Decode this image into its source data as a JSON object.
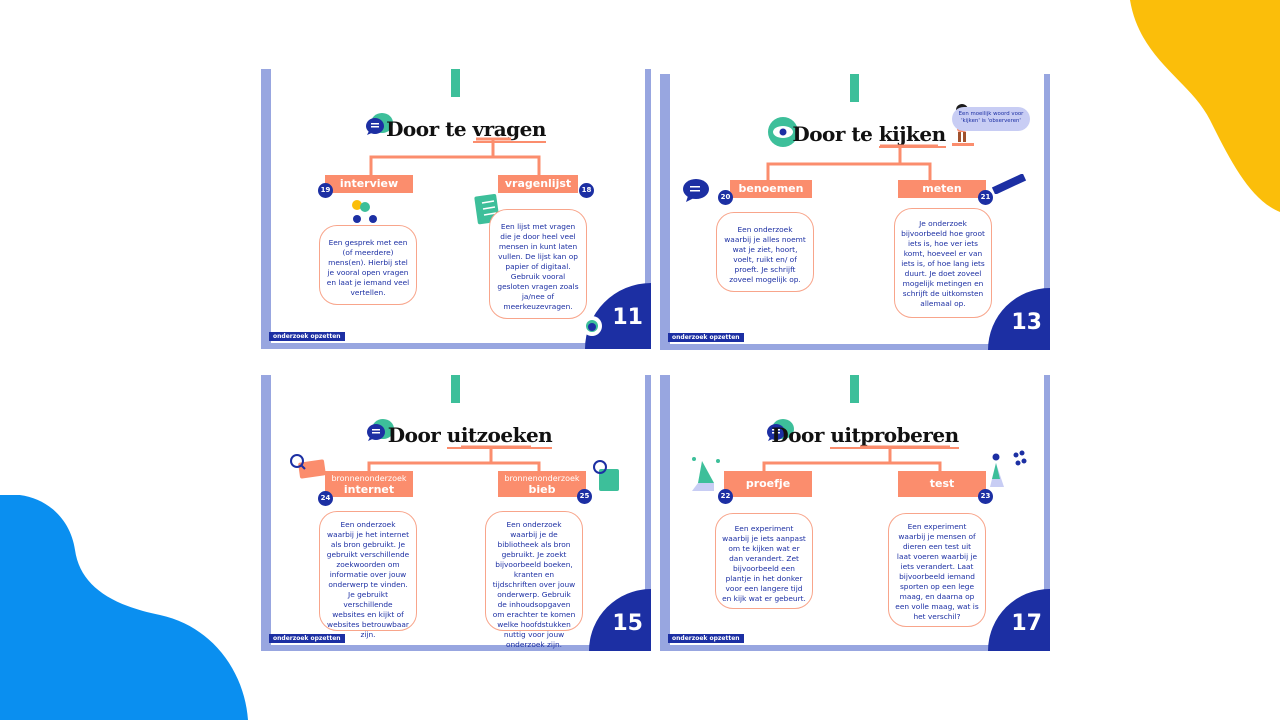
{
  "colors": {
    "accent": "#fb8d6d",
    "navy": "#1c2fa3",
    "frame": "#98a6e0",
    "teal": "#3dbf9a",
    "yellow": "#fbbe0a",
    "blue": "#0a8ff0"
  },
  "slides": [
    {
      "title_pre": "Door te ",
      "title_word": "vragen",
      "left": {
        "label": "interview",
        "num": "19",
        "text": "Een gesprek met een (of meerdere) mens(en). Hierbij stel je vooral open vragen en laat je iemand veel vertellen."
      },
      "right": {
        "label": "vragenlijst",
        "num": "18",
        "text": "Een lijst met vragen die je door heel veel mensen in kunt laten vullen. De lijst kan op papier of digitaal. Gebruik vooral gesloten vragen zoals ja/nee of meerkeuzevragen."
      },
      "footer": "onderzoek opzetten",
      "page": "11"
    },
    {
      "title_pre": "Door te ",
      "title_word": "kijken",
      "tip": "Een moeilijk woord voor 'kijken' is 'observeren'",
      "left": {
        "label": "benoemen",
        "num": "20",
        "text": "Een onderzoek waarbij je alles noemt wat je ziet, hoort, voelt, ruikt en/ of proeft. Je schrijft zoveel mogelijk op."
      },
      "right": {
        "label": "meten",
        "num": "21",
        "text": "Je onderzoek bijvoorbeeld hoe groot iets is, hoe ver iets komt, hoeveel er van iets is, of hoe lang iets duurt. Je doet zoveel mogelijk metingen en schrijft de uitkomsten allemaal op."
      },
      "footer": "onderzoek opzetten",
      "page": "13"
    },
    {
      "title_pre": "Door ",
      "title_word": "uitzoeken",
      "left": {
        "label_small": "bronnenonderzoek",
        "label": "internet",
        "num": "24",
        "text": "Een onderzoek waarbij je het internet als bron gebruikt. Je gebruikt verschillende zoekwoorden om informatie over jouw onderwerp te vinden. Je gebruikt verschillende websites en kijkt of websites betrouwbaar zijn."
      },
      "right": {
        "label_small": "bronnenonderzoek",
        "label": "bieb",
        "num": "25",
        "text": "Een onderzoek waarbij je de bibliotheek als bron gebruikt. Je zoekt bijvoorbeeld boeken, kranten en tijdschriften over jouw onderwerp. Gebruik de inhoudsopgaven om erachter te komen welke hoofdstukken nuttig voor jouw onderzoek zijn."
      },
      "footer": "onderzoek opzetten",
      "page": "15"
    },
    {
      "title_pre": "Door ",
      "title_word": "uitproberen",
      "left": {
        "label": "proefje",
        "num": "22",
        "text": "Een experiment waarbij je iets aanpast om te kijken wat er dan verandert. Zet bijvoorbeeld een plantje in het donker voor een langere tijd en kijk wat er gebeurt."
      },
      "right": {
        "label": "test",
        "num": "23",
        "text": "Een experiment waarbij je mensen of dieren een test uit laat voeren waarbij je iets verandert. Laat bijvoorbeeld iemand sporten  op een lege maag, en daarna op een volle maag, wat is het verschil?"
      },
      "footer": "onderzoek opzetten",
      "page": "17"
    }
  ]
}
